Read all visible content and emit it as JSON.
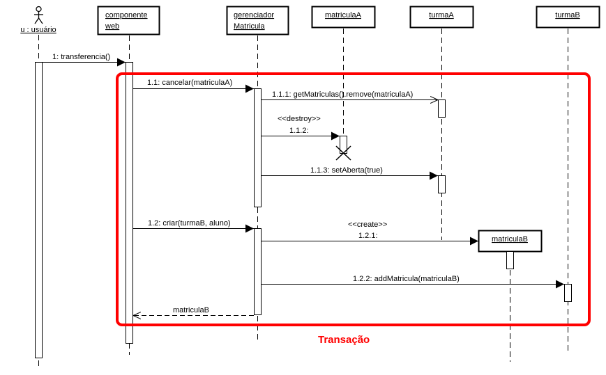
{
  "diagram": {
    "type": "UML sequence diagram",
    "participants": [
      {
        "id": "usuario",
        "kind": "actor",
        "lines": [
          "u : usuário"
        ]
      },
      {
        "id": "componente",
        "kind": "object",
        "lines": [
          "componente",
          "web"
        ]
      },
      {
        "id": "gerenciador",
        "kind": "object",
        "lines": [
          "gerenciador",
          "Matricula"
        ]
      },
      {
        "id": "matriculaA",
        "kind": "object",
        "lines": [
          "matriculaA"
        ],
        "destroyed": true
      },
      {
        "id": "turmaA",
        "kind": "object",
        "lines": [
          "turmaA"
        ]
      },
      {
        "id": "turmaB",
        "kind": "object",
        "lines": [
          "turmaB"
        ]
      },
      {
        "id": "matriculaB",
        "kind": "object",
        "lines": [
          "matriculaB"
        ],
        "created": true
      }
    ],
    "messages": [
      {
        "id": "m1",
        "from": "usuario",
        "to": "componente",
        "label": "1: transferencia()",
        "style": "sync"
      },
      {
        "id": "m11",
        "from": "componente",
        "to": "gerenciador",
        "label": "1.1: cancelar(matriculaA)",
        "style": "sync"
      },
      {
        "id": "m111",
        "from": "gerenciador",
        "to": "turmaA",
        "label": "1.1.1: getMatriculas().remove(matriculaA)",
        "style": "async"
      },
      {
        "id": "m112",
        "from": "gerenciador",
        "to": "matriculaA",
        "label": "1.1.2:",
        "stereotype": "<<destroy>>",
        "style": "sync"
      },
      {
        "id": "m113",
        "from": "gerenciador",
        "to": "turmaA",
        "label": "1.1.3: setAberta(true)",
        "style": "sync"
      },
      {
        "id": "m12",
        "from": "componente",
        "to": "gerenciador",
        "label": "1.2: criar(turmaB, aluno)",
        "style": "sync"
      },
      {
        "id": "m121",
        "from": "gerenciador",
        "to": "matriculaB",
        "label": "1.2.1:",
        "stereotype": "<<create>>",
        "style": "sync"
      },
      {
        "id": "m122",
        "from": "gerenciador",
        "to": "turmaB",
        "label": "1.2.2: addMatricula(matriculaB)",
        "style": "sync"
      },
      {
        "id": "r1",
        "from": "gerenciador",
        "to": "componente",
        "label": "matriculaB",
        "style": "return"
      }
    ],
    "fragment": {
      "label": "Transação",
      "color": "#ff0000"
    },
    "colors": {
      "line": "#000000",
      "background": "#ffffff",
      "highlight": "#ff0000"
    }
  }
}
